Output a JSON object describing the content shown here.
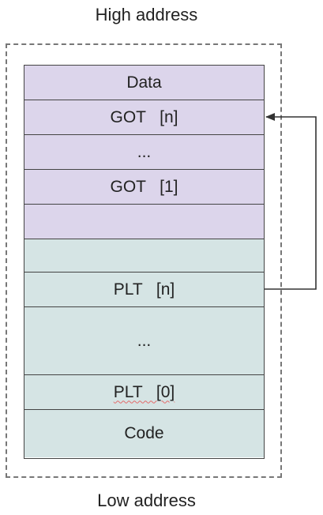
{
  "labels": {
    "top": "High address",
    "bottom": "Low address"
  },
  "sections": [
    {
      "name": "data",
      "text": "Data",
      "group": "got"
    },
    {
      "name": "got-n",
      "text": "GOT   [n]",
      "group": "got"
    },
    {
      "name": "got-ellipsis",
      "text": "...",
      "group": "got"
    },
    {
      "name": "got-1",
      "text": "GOT   [1]",
      "group": "got"
    },
    {
      "name": "got-empty",
      "text": "",
      "group": "got"
    },
    {
      "name": "plt-empty",
      "text": "",
      "group": "plt"
    },
    {
      "name": "plt-n",
      "text": "PLT   [n]",
      "group": "plt"
    },
    {
      "name": "plt-ellipsis",
      "text": "...",
      "group": "plt"
    },
    {
      "name": "plt-0",
      "text": "PLT   [0]",
      "group": "plt"
    },
    {
      "name": "code",
      "text": "Code",
      "group": "plt"
    }
  ],
  "colors": {
    "got_fill": "#dcd5eb",
    "plt_fill": "#d5e4e4",
    "border": "#444444",
    "frame": "#777777"
  }
}
